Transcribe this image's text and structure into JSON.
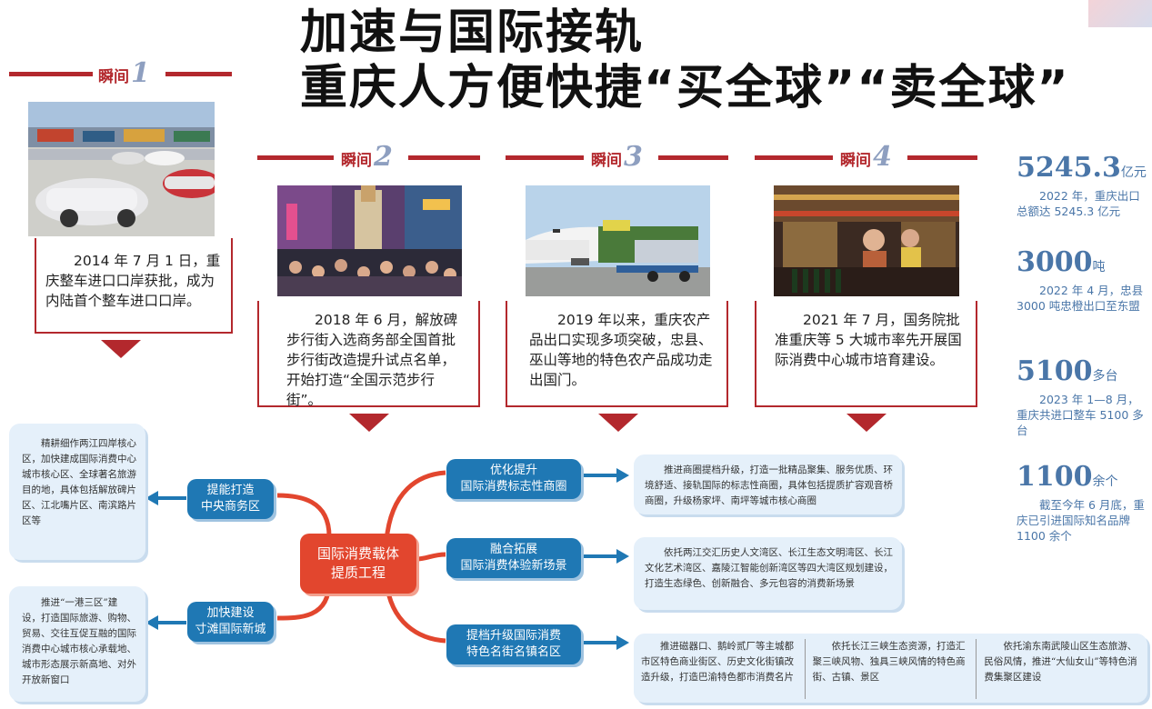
{
  "header": {
    "title_line1": "加速与国际接轨",
    "title_line2": "重庆人方便快捷“买全球”“卖全球”"
  },
  "moments": [
    {
      "label": "瞬间",
      "number": "1",
      "text": "2014 年 7 月 1 日，重庆整车进口口岸获批，成为内陆首个整车进口口岸。"
    },
    {
      "label": "瞬间",
      "number": "2",
      "text": "2018 年 6 月，解放碑步行街入选商务部全国首批步行街改造提升试点名单，开始打造“全国示范步行街”。"
    },
    {
      "label": "瞬间",
      "number": "3",
      "text": "2019 年以来，重庆农产品出口实现多项突破，忠县、巫山等地的特色农产品成功走出国门。"
    },
    {
      "label": "瞬间",
      "number": "4",
      "text": "2021 年 7 月，国务院批准重庆等 5 大城市率先开展国际消费中心城市培育建设。"
    }
  ],
  "stats": [
    {
      "number": "5245.3",
      "unit": "亿元",
      "desc": "2022 年，重庆出口总额达 5245.3 亿元"
    },
    {
      "number": "3000",
      "unit": "吨",
      "desc": "2022 年 4 月，忠县 3000 吨忠橙出口至东盟"
    },
    {
      "number": "5100",
      "unit": "多台",
      "desc": "2023 年 1—8 月，重庆共进口整车 5100 多台"
    },
    {
      "number": "1100",
      "unit": "余个",
      "desc": "截至今年 6 月底，重庆已引进国际知名品牌 1100 余个"
    }
  ],
  "diagram": {
    "center": {
      "line1": "国际消费载体",
      "line2": "提质工程"
    },
    "left": [
      {
        "line1": "提能打造",
        "line2": "中央商务区",
        "panel": "精耕细作两江四岸核心区，加快建成国际消费中心城市核心区、全球著名旅游目的地，具体包括解放碑片区、江北嘴片区、南滨路片区等"
      },
      {
        "line1": "加快建设",
        "line2": "寸滩国际新城",
        "panel": "推进“一港三区”建设，打造国际旅游、购物、贸易、交往互促互融的国际消费中心城市核心承载地、城市形态展示新高地、对外开放新窗口"
      }
    ],
    "right": [
      {
        "line1": "优化提升",
        "line2": "国际消费标志性商圈",
        "panel": "推进商圈提档升级，打造一批精品聚集、服务优质、环境舒适、接轨国际的标志性商圈，具体包括提质扩容观音桥商圈，升级杨家坪、南坪等城市核心商圈"
      },
      {
        "line1": "融合拓展",
        "line2": "国际消费体验新场景",
        "panel": "依托两江交汇历史人文湾区、长江生态文明湾区、长江文化艺术湾区、嘉陵江智能创新湾区等四大湾区规划建设，打造生态绿色、创新融合、多元包容的消费新场景"
      },
      {
        "line1": "提档升级国际消费",
        "line2": "特色名街名镇名区",
        "panels": [
          "推进磁器口、鹅岭贰厂等主城都市区特色商业街区、历史文化街镇改造升级，打造巴渝特色都市消费名片",
          "依托长江三峡生态资源，打造汇聚三峡风物、独具三峡风情的特色商街、古镇、景区",
          "依托渝东南武陵山区生态旅游、民俗风情，推进“大仙女山”等特色消费集聚区建设"
        ]
      }
    ]
  }
}
